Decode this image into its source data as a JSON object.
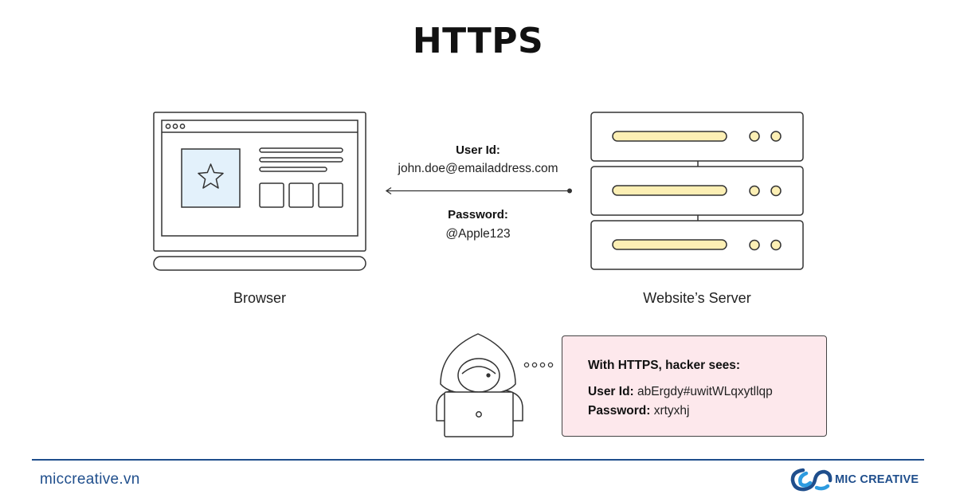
{
  "title": "HTTPS",
  "browser": {
    "caption": "Browser"
  },
  "server": {
    "caption": "Website’s Server"
  },
  "credentials": {
    "user_id_label": "User Id:",
    "user_id_value": "john.doe@emailaddress.com",
    "password_label": "Password:",
    "password_value": "@Apple123"
  },
  "hacker_view": {
    "heading": "With HTTPS, hacker sees:",
    "user_id_label": "User Id:",
    "user_id_value": "abErgdy#uwitWLqxytllqp",
    "password_label": "Password:",
    "password_value": "xrtyxhj"
  },
  "footer": {
    "site_url": "miccreative.vn",
    "brand_name": "MIC CREATIVE"
  },
  "colors": {
    "accent_blue": "#1f4e8c",
    "server_bar": "#fcefb4",
    "star_panel": "#e3f1fb",
    "hacker_box_bg": "#fde8ec"
  },
  "icons": [
    "star-icon",
    "hacker-icon",
    "ellipsis-dots-icon",
    "mic-creative-logo-icon"
  ]
}
